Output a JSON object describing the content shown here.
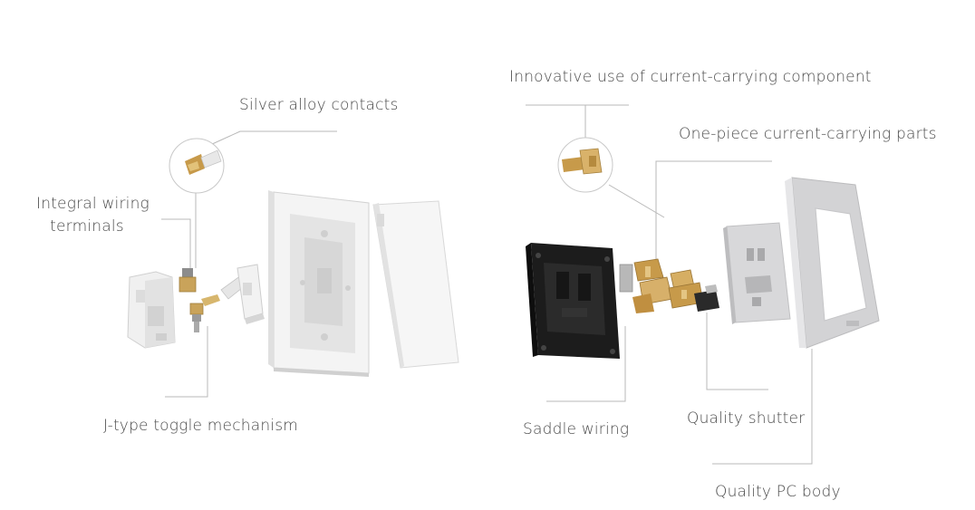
{
  "labels": {
    "silver_alloy_contacts": "Silver alloy contacts",
    "integral_wiring_line1": "Integral wiring",
    "integral_wiring_line2": "terminals",
    "j_type_toggle": "J-type toggle mechanism",
    "innovative_use": "Innovative use of current-carrying component",
    "one_piece_parts": "One-piece current-carrying parts",
    "saddle_wiring": "Saddle wiring",
    "quality_shutter": "Quality shutter",
    "quality_pc_body": "Quality PC body"
  },
  "colors": {
    "text": "#4a4a4a",
    "leader_line": "#b8b8b8",
    "plastic_white": "#f2f2f2",
    "plastic_shade": "#d9d9d9",
    "frame_grey": "#d4d4d6",
    "base_black": "#1c1c1c",
    "brass": "#c79a4a"
  }
}
